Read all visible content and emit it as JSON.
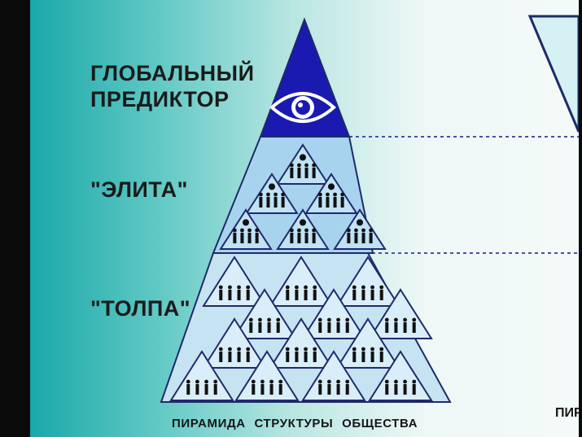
{
  "levels": {
    "predictor": {
      "line1": "ГЛОБАЛЬНЫЙ",
      "line2": "ПРЕДИКТОР"
    },
    "elite": "\"ЭЛИТА\"",
    "crowd": "\"ТОЛПА\""
  },
  "caption": "ПИРАМИДА СТРУКТУРЫ ОБЩЕСТВА",
  "caption_right_partial": "ПИР",
  "colors": {
    "apex": "#1a1ab0",
    "elite_band": "#a8d3ef",
    "crowd_band": "#c6e3f2",
    "outline": "#1f2a6a",
    "dashed_line": "#4a4fa8"
  },
  "icons": [
    "eye-icon",
    "figure-group-icon"
  ]
}
